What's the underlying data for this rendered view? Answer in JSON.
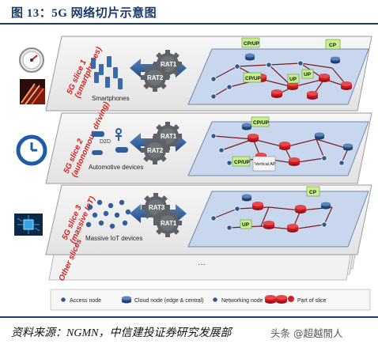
{
  "title": "图 13：5G 网络切片示意图",
  "slices": [
    {
      "label": "5G slice 1",
      "sublabel": "(smartphones)",
      "devices": "Smartphones",
      "rats": [
        "RAT1",
        "RAT2"
      ],
      "icon": "speedometer-icon"
    },
    {
      "label": "5G slice 2",
      "sublabel": "(autonomous driving)",
      "devices": "Automotive devices",
      "d2d": "D2D",
      "rats": [
        "RAT1",
        "RAT2"
      ],
      "icon": "clock-icon"
    },
    {
      "label": "5G slice 3",
      "sublabel": "(massive IoT)",
      "devices": "Massive IoT devices",
      "rats": [
        "RAT3",
        "RAT1"
      ],
      "icon": "chip-icon"
    },
    {
      "label": "Other slices"
    }
  ],
  "node_labels": {
    "s1": [
      "CP/UP",
      "CP",
      "CP/UP",
      "UP",
      "UP"
    ],
    "s2": [
      "CP/UP",
      "CP/UP",
      "Vertical AP"
    ],
    "s3": [
      "CP",
      "UP"
    ]
  },
  "ellipsis": "…",
  "legend": {
    "access": "Access node",
    "cloud": "Cloud node (edge & central)",
    "networking": "Networking node",
    "part": "Part of slice"
  },
  "colors": {
    "title": "#1a3a6b",
    "slice_label": "#d8201f",
    "plane": "#c9d7ee",
    "node_red": "#d21f26",
    "node_blue": "#2c5a93",
    "cp_green": "#c6ef8e"
  },
  "source": "资料来源：NGMN，中信建投证券研究发展部",
  "watermark": "头条 @超越閒人"
}
